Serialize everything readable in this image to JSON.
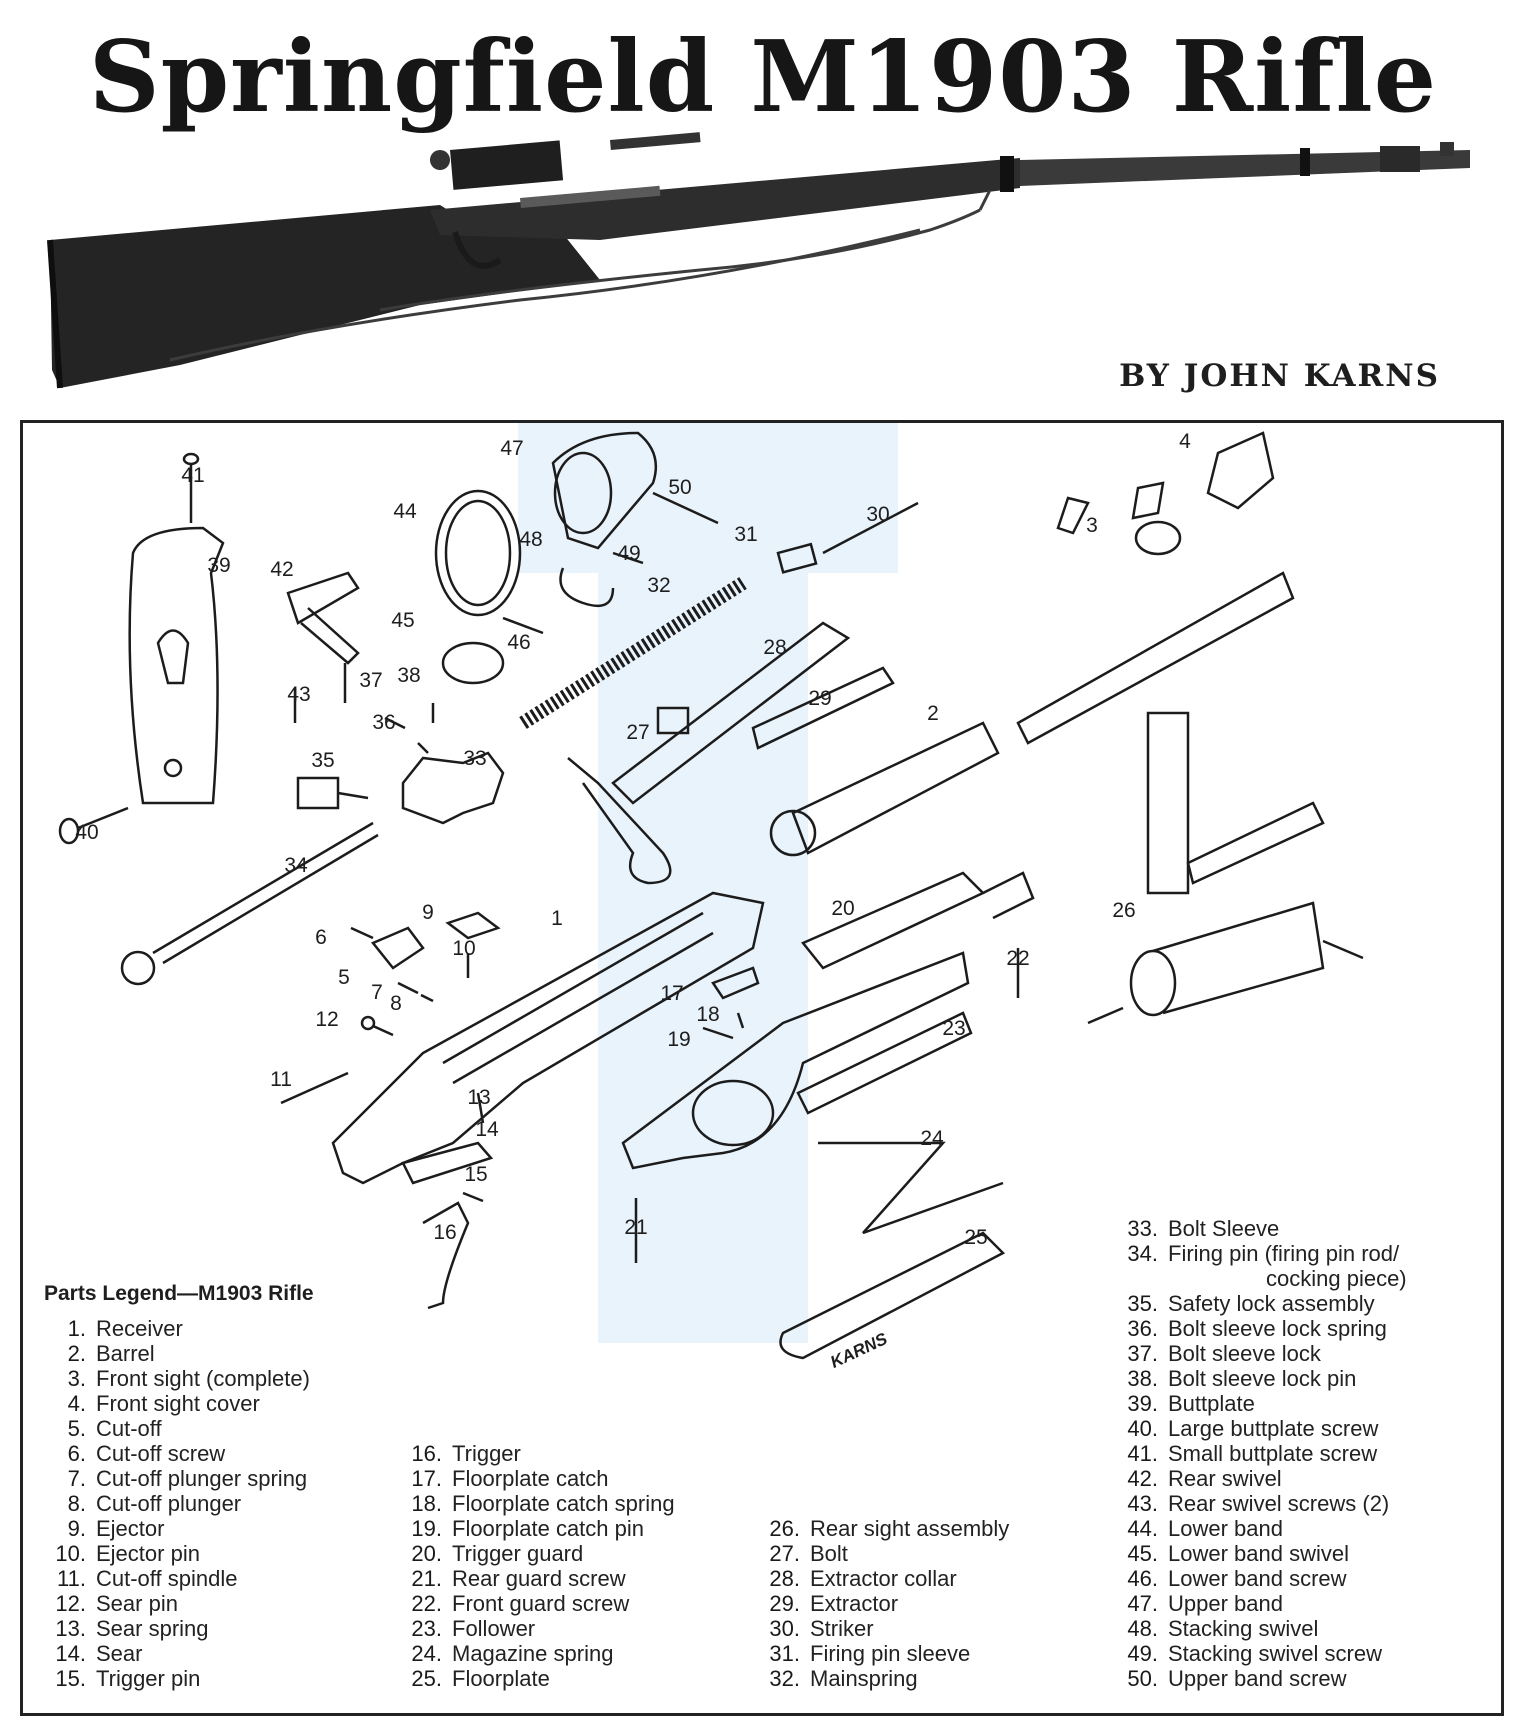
{
  "header": {
    "title": "Springfield M1903 Rifle",
    "byline": "BY JOHN KARNS"
  },
  "diagram": {
    "signature": "KARNS",
    "callouts": [
      {
        "id": "41",
        "label": "41"
      },
      {
        "id": "39",
        "label": "39"
      },
      {
        "id": "40",
        "label": "40"
      },
      {
        "id": "42",
        "label": "42"
      },
      {
        "id": "43",
        "label": "43"
      },
      {
        "id": "44",
        "label": "44"
      },
      {
        "id": "45",
        "label": "45"
      },
      {
        "id": "46",
        "label": "46"
      },
      {
        "id": "47",
        "label": "47"
      },
      {
        "id": "48",
        "label": "48"
      },
      {
        "id": "49",
        "label": "49"
      },
      {
        "id": "50",
        "label": "50"
      },
      {
        "id": "37",
        "label": "37"
      },
      {
        "id": "38",
        "label": "38"
      },
      {
        "id": "36",
        "label": "36"
      },
      {
        "id": "33",
        "label": "33"
      },
      {
        "id": "35",
        "label": "35"
      },
      {
        "id": "34",
        "label": "34"
      },
      {
        "id": "32",
        "label": "32"
      },
      {
        "id": "31",
        "label": "31"
      },
      {
        "id": "30",
        "label": "30"
      },
      {
        "id": "28",
        "label": "28"
      },
      {
        "id": "29",
        "label": "29"
      },
      {
        "id": "27",
        "label": "27"
      },
      {
        "id": "2",
        "label": "2"
      },
      {
        "id": "3",
        "label": "3"
      },
      {
        "id": "4",
        "label": "4"
      },
      {
        "id": "26",
        "label": "26"
      },
      {
        "id": "1",
        "label": "1"
      },
      {
        "id": "20",
        "label": "20"
      },
      {
        "id": "22",
        "label": "22"
      },
      {
        "id": "9",
        "label": "9"
      },
      {
        "id": "10",
        "label": "10"
      },
      {
        "id": "6",
        "label": "6"
      },
      {
        "id": "5",
        "label": "5"
      },
      {
        "id": "7",
        "label": "7"
      },
      {
        "id": "8",
        "label": "8"
      },
      {
        "id": "12",
        "label": "12"
      },
      {
        "id": "11",
        "label": "11"
      },
      {
        "id": "17",
        "label": "17"
      },
      {
        "id": "18",
        "label": "18"
      },
      {
        "id": "19",
        "label": "19"
      },
      {
        "id": "23",
        "label": "23"
      },
      {
        "id": "13",
        "label": "13"
      },
      {
        "id": "14",
        "label": "14"
      },
      {
        "id": "15",
        "label": "15"
      },
      {
        "id": "16",
        "label": "16"
      },
      {
        "id": "21",
        "label": "21"
      },
      {
        "id": "24",
        "label": "24"
      },
      {
        "id": "25",
        "label": "25"
      }
    ]
  },
  "legend": {
    "title": "Parts Legend—M1903 Rifle",
    "columns": [
      [
        {
          "num": "1.",
          "text": "Receiver"
        },
        {
          "num": "2.",
          "text": "Barrel"
        },
        {
          "num": "3.",
          "text": "Front sight (complete)"
        },
        {
          "num": "4.",
          "text": "Front sight cover"
        },
        {
          "num": "5.",
          "text": "Cut-off"
        },
        {
          "num": "6.",
          "text": "Cut-off screw"
        },
        {
          "num": "7.",
          "text": "Cut-off plunger spring"
        },
        {
          "num": "8.",
          "text": "Cut-off plunger"
        },
        {
          "num": "9.",
          "text": "Ejector"
        },
        {
          "num": "10.",
          "text": "Ejector pin"
        },
        {
          "num": "11.",
          "text": "Cut-off spindle"
        },
        {
          "num": "12.",
          "text": "Sear pin"
        },
        {
          "num": "13.",
          "text": "Sear spring"
        },
        {
          "num": "14.",
          "text": "Sear"
        },
        {
          "num": "15.",
          "text": "Trigger pin"
        }
      ],
      [
        {
          "num": "16.",
          "text": "Trigger"
        },
        {
          "num": "17.",
          "text": "Floorplate catch"
        },
        {
          "num": "18.",
          "text": "Floorplate catch spring"
        },
        {
          "num": "19.",
          "text": "Floorplate catch pin"
        },
        {
          "num": "20.",
          "text": "Trigger guard"
        },
        {
          "num": "21.",
          "text": "Rear guard screw"
        },
        {
          "num": "22.",
          "text": "Front guard screw"
        },
        {
          "num": "23.",
          "text": "Follower"
        },
        {
          "num": "24.",
          "text": "Magazine spring"
        },
        {
          "num": "25.",
          "text": "Floorplate"
        }
      ],
      [
        {
          "num": "26.",
          "text": "Rear sight assembly"
        },
        {
          "num": "27.",
          "text": "Bolt"
        },
        {
          "num": "28.",
          "text": "Extractor collar"
        },
        {
          "num": "29.",
          "text": "Extractor"
        },
        {
          "num": "30.",
          "text": "Striker"
        },
        {
          "num": "31.",
          "text": "Firing pin sleeve"
        },
        {
          "num": "32.",
          "text": "Mainspring"
        }
      ],
      [
        {
          "num": "33.",
          "text": "Bolt Sleeve"
        },
        {
          "num": "34.",
          "text": "Firing pin (firing pin rod/",
          "cont": "cocking piece)"
        },
        {
          "num": "35.",
          "text": "Safety lock assembly"
        },
        {
          "num": "36.",
          "text": "Bolt sleeve lock spring"
        },
        {
          "num": "37.",
          "text": "Bolt sleeve lock"
        },
        {
          "num": "38.",
          "text": "Bolt sleeve lock pin"
        },
        {
          "num": "39.",
          "text": "Buttplate"
        },
        {
          "num": "40.",
          "text": "Large buttplate screw"
        },
        {
          "num": "41.",
          "text": "Small buttplate screw"
        },
        {
          "num": "42.",
          "text": "Rear swivel"
        },
        {
          "num": "43.",
          "text": "Rear swivel screws (2)"
        },
        {
          "num": "44.",
          "text": "Lower band"
        },
        {
          "num": "45.",
          "text": "Lower band swivel"
        },
        {
          "num": "46.",
          "text": "Lower band screw"
        },
        {
          "num": "47.",
          "text": "Upper band"
        },
        {
          "num": "48.",
          "text": "Stacking swivel"
        },
        {
          "num": "49.",
          "text": "Stacking swivel screw"
        },
        {
          "num": "50.",
          "text": "Upper band screw"
        }
      ]
    ]
  }
}
